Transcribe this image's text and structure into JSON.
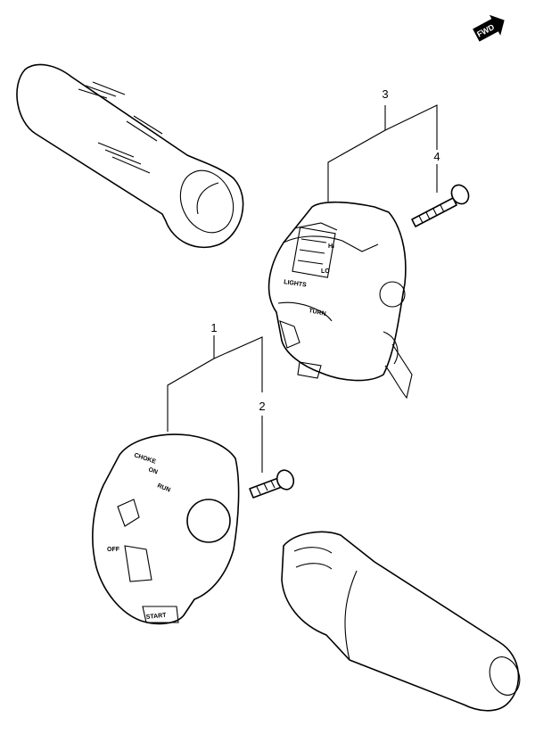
{
  "fwd_badge": {
    "label": "FWD"
  },
  "callouts": [
    {
      "id": "1",
      "label": "1"
    },
    {
      "id": "2",
      "label": "2"
    },
    {
      "id": "3",
      "label": "3"
    },
    {
      "id": "4",
      "label": "4"
    }
  ],
  "switch_right": {
    "labels": [
      "HI",
      "LO",
      "LIGHTS",
      "TURN"
    ]
  },
  "switch_left": {
    "labels": [
      "CHOKE",
      "ON",
      "OFF",
      "RUN",
      "START"
    ]
  }
}
